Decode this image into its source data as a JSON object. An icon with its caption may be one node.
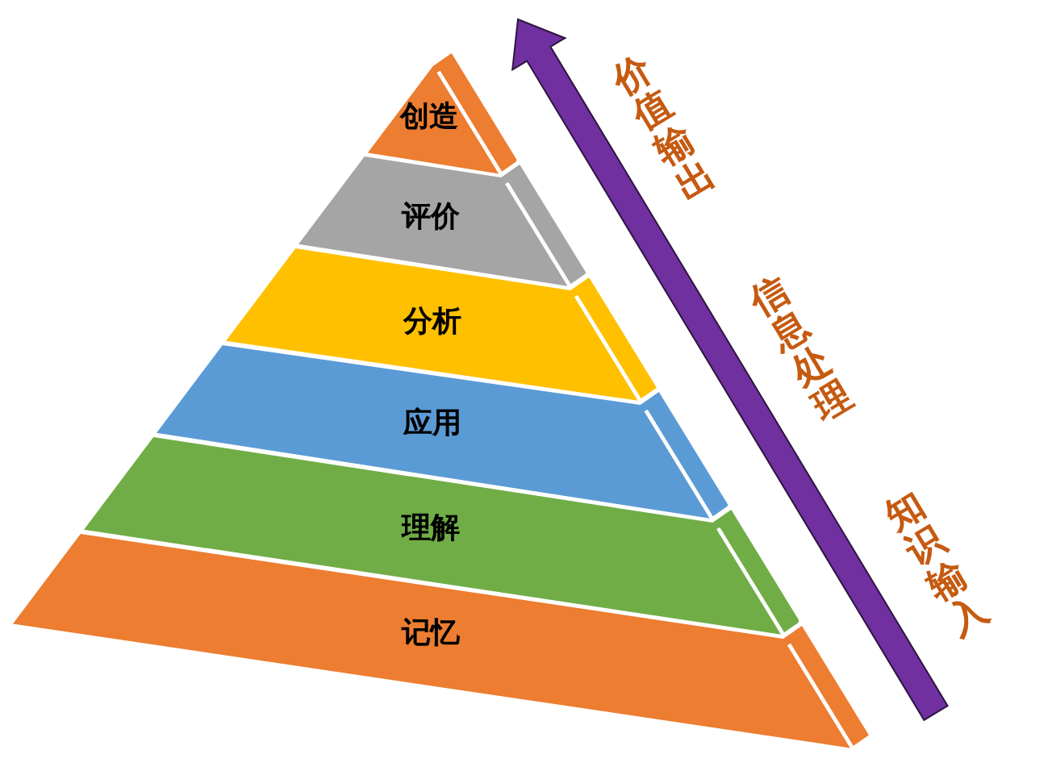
{
  "diagram": {
    "nodes": [
      {
        "text": [
          "创造"
        ]
      },
      {
        "text": [
          "评价"
        ]
      },
      {
        "text": [
          "分析"
        ]
      },
      {
        "text": [
          "应用"
        ]
      },
      {
        "text": [
          "理解"
        ]
      },
      {
        "text": [
          "记忆"
        ]
      }
    ],
    "labels": [
      "价值输出",
      "信息处理",
      "知识输入"
    ]
  }
}
